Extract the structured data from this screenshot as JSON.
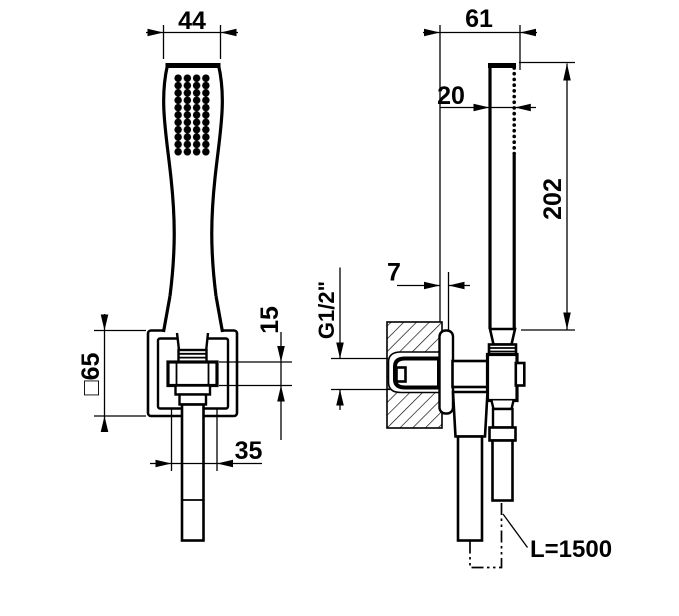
{
  "drawing": {
    "type": "technical-dimension-drawing",
    "subject": "hand-shower with wall bracket and flexible hose, two orthographic views",
    "colors": {
      "ink": "#000000",
      "background": "#ffffff"
    },
    "front": {
      "dims": {
        "head_width": "44",
        "plate_size": "□65",
        "holder_height": "15",
        "holder_width": "35"
      }
    },
    "side": {
      "dims": {
        "total_depth": "61",
        "handle_thickness": "20",
        "handle_length": "202",
        "wall_clearance": "7",
        "connection_thread": "G1/2\"",
        "hose_length": "L=1500"
      }
    }
  }
}
